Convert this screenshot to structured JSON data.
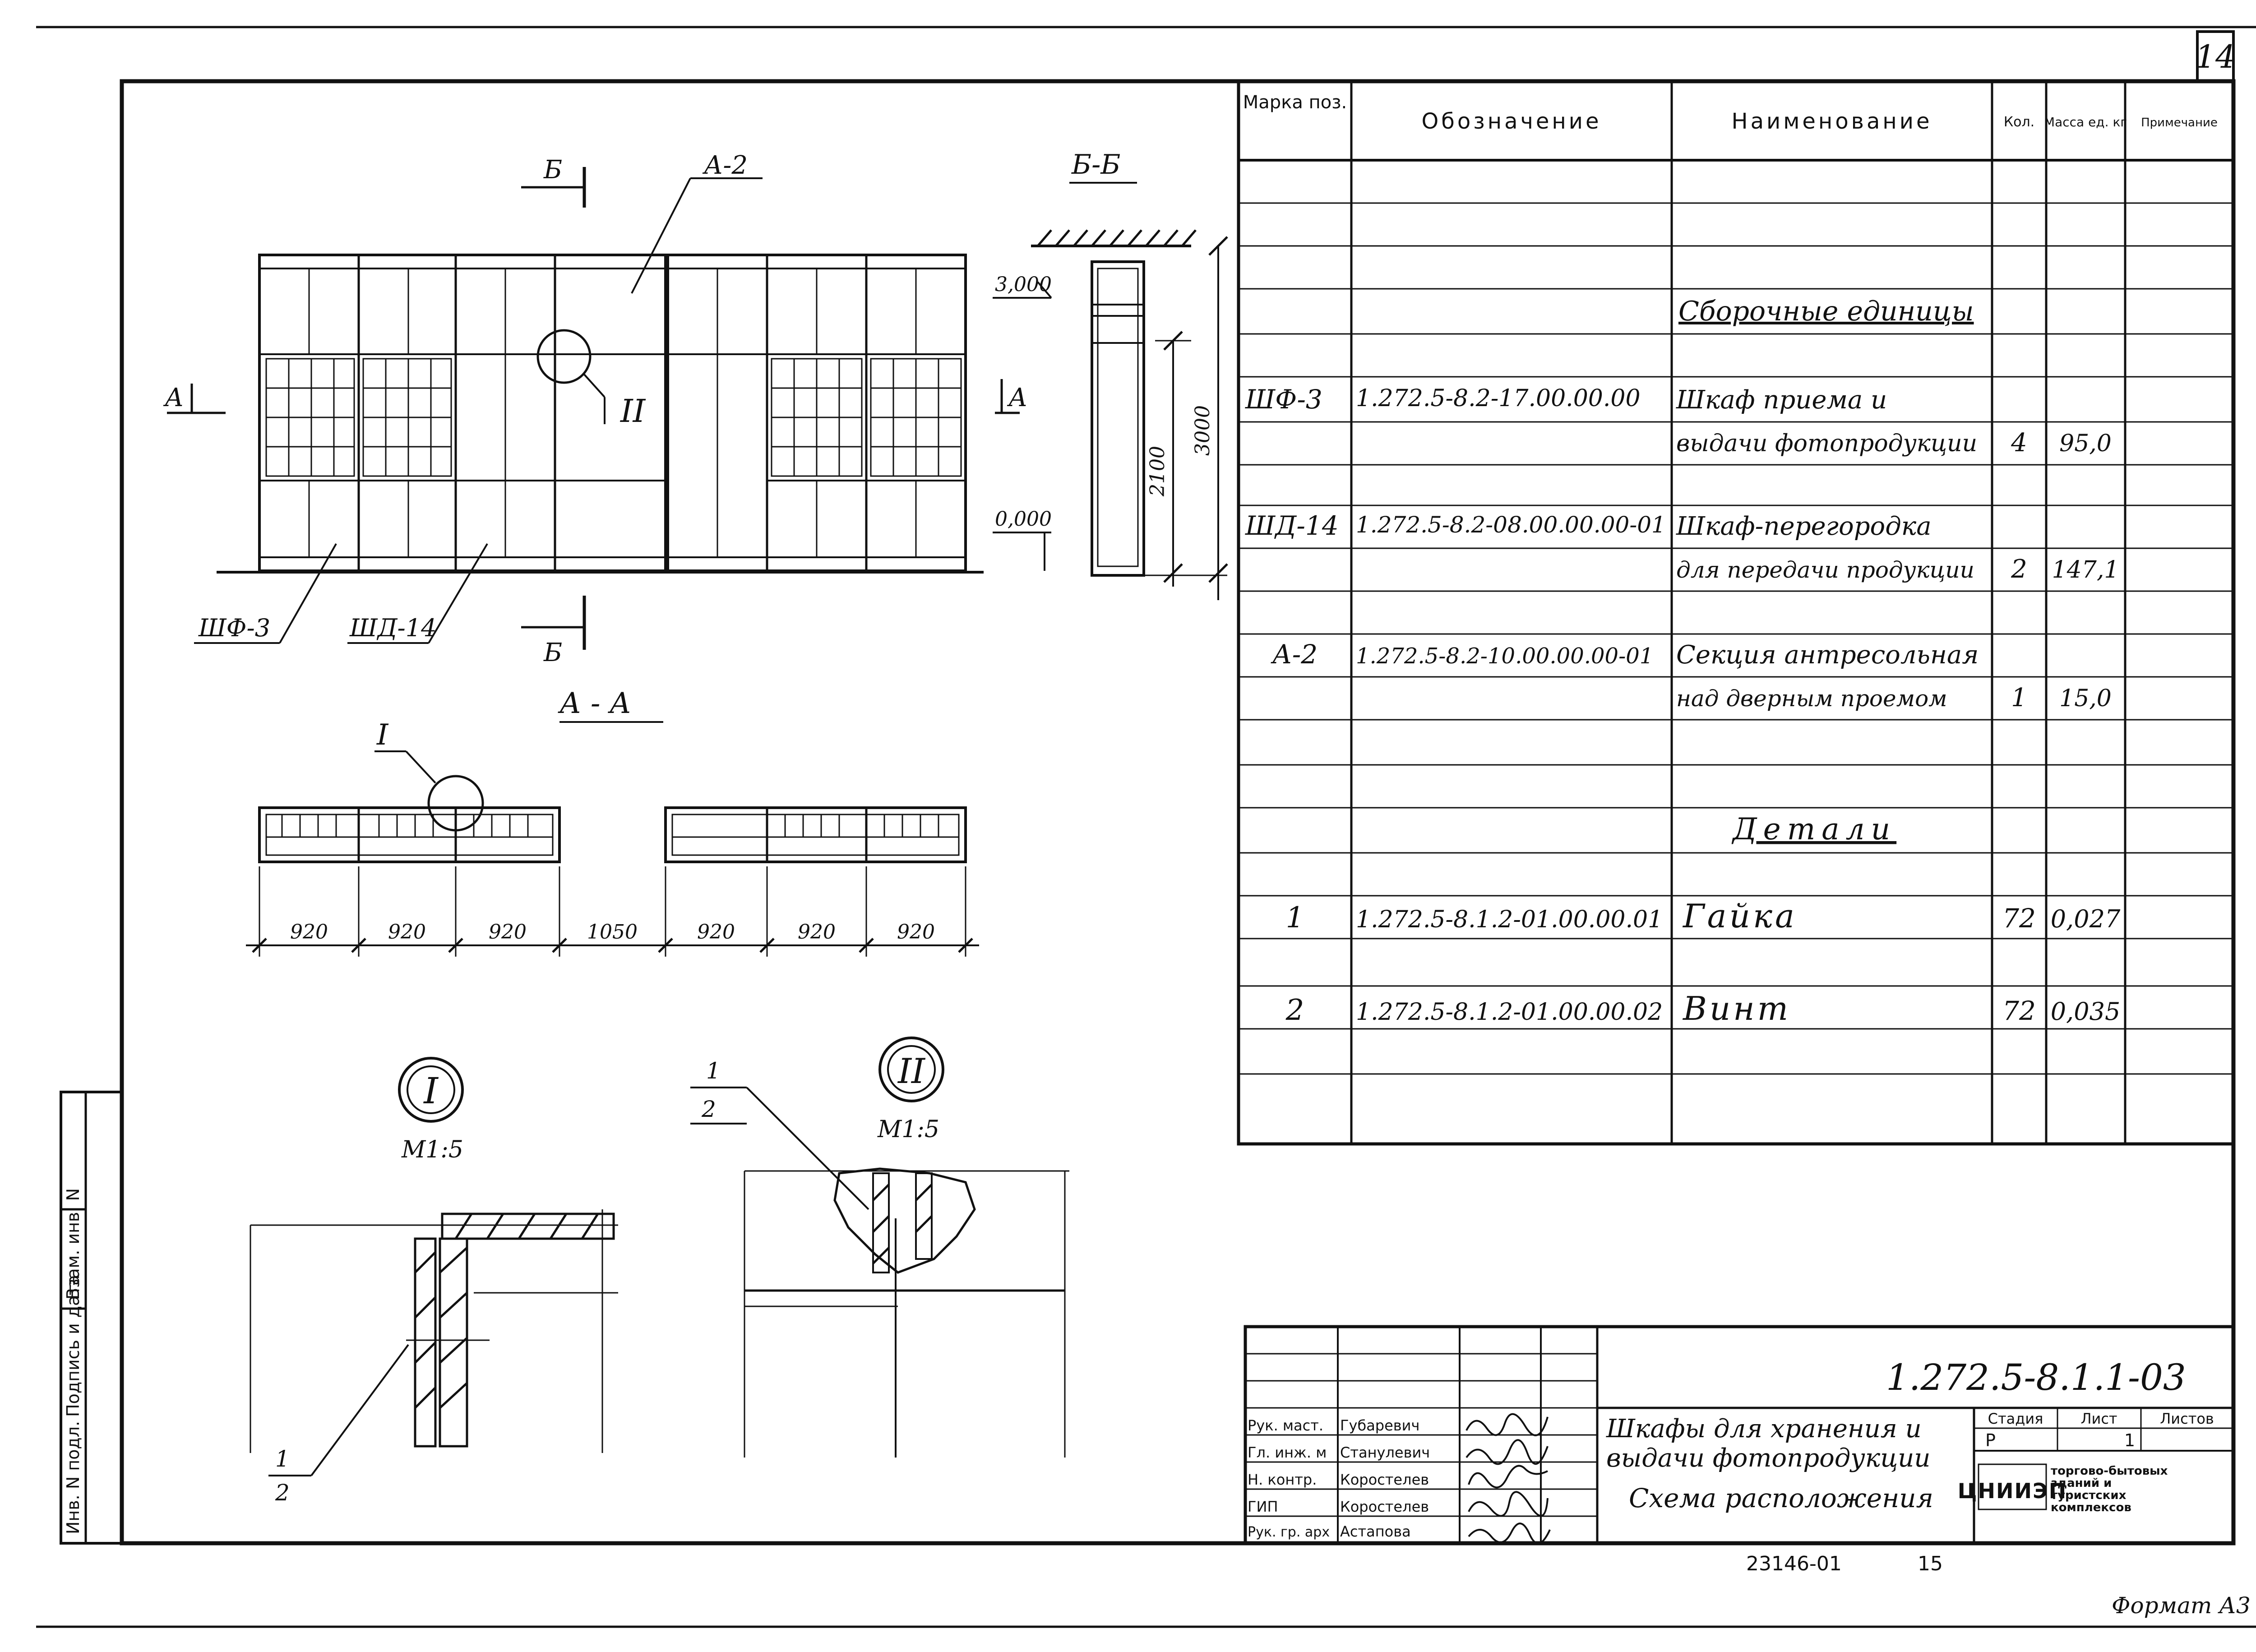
{
  "sheet": {
    "number": "14",
    "format_label": "Формат А3",
    "archive_no": "23146-01",
    "archive_page": "15"
  },
  "side_stamp": {
    "inv_podl": "Инв. N подл.",
    "podpis_data": "Подпись и дата",
    "vzam_inv": "Взам. инв. N"
  },
  "drawing": {
    "views": {
      "elevation": {
        "cut_b_top": "Б",
        "cut_b_bottom": "Б",
        "cut_a_left": "А",
        "cut_a_right": "А",
        "callout_a2": "А-2",
        "node_II": "II",
        "callout_shf3": "ШФ-3",
        "callout_shd14": "ШД-14"
      },
      "section_bb": {
        "title": "Б-Б",
        "level_top": "3,000",
        "level_bottom": "0,000",
        "dim_2100": "2100",
        "dim_3000": "3000"
      },
      "section_aa": {
        "title": "А - А",
        "node_I": "I",
        "dims": [
          "920",
          "920",
          "920",
          "1050",
          "920",
          "920",
          "920"
        ]
      },
      "detail_I": {
        "marker": "I",
        "scale": "М1:5",
        "pos_1": "1",
        "pos_2": "2"
      },
      "detail_II": {
        "marker": "II",
        "scale": "М1:5",
        "pos_1": "1",
        "pos_2": "2"
      }
    }
  },
  "spec_table": {
    "headers": {
      "marka": "Марка поз.",
      "oboznachenie": "Обозначение",
      "naimenovanie": "Наименование",
      "kol": "Кол.",
      "massa": "Масса ед. кг",
      "primechanie": "Примечание"
    },
    "section_assembly": "Сборочные единицы",
    "section_details": "Детали",
    "rows": [
      {
        "mark": "ШФ-3",
        "designation": "1.272.5-8.2-17.00.00.00",
        "name_1": "Шкаф приема и",
        "name_2": "выдачи фотопродукции",
        "qty": "4",
        "mass": "95,0"
      },
      {
        "mark": "ШД-14",
        "designation": "1.272.5-8.2-08.00.00.00-01",
        "name_1": "Шкаф-перегородка",
        "name_2": "для передачи продукции",
        "qty": "2",
        "mass": "147,1"
      },
      {
        "mark": "А-2",
        "designation": "1.272.5-8.2-10.00.00.00-01",
        "name_1": "Секция антресольная",
        "name_2": "над дверным проемом",
        "qty": "1",
        "mass": "15,0"
      },
      {
        "mark": "1",
        "designation": "1.272.5-8.1.2-01.00.00.01",
        "name_1": "Гайка",
        "name_2": "",
        "qty": "72",
        "mass": "0,027"
      },
      {
        "mark": "2",
        "designation": "1.272.5-8.1.2-01.00.00.02",
        "name_1": "Винт",
        "name_2": "",
        "qty": "72",
        "mass": "0,035"
      }
    ]
  },
  "title_block": {
    "doc_code": "1.272.5-8.1.1-03",
    "title_1": "Шкафы для хранения и",
    "title_2": "выдачи фотопродукции",
    "title_3": "Схема расположения",
    "stage_label": "Стадия",
    "sheet_label": "Лист",
    "sheets_label": "Листов",
    "stage": "Р",
    "sheet": "1",
    "org_logo": "ЦНИИЭП",
    "org_text_1": "торгово-бытовых",
    "org_text_2": "зданий и",
    "org_text_3": "туристских",
    "org_text_4": "комплексов",
    "signers": [
      {
        "role": "Рук. маст.",
        "name": "Губаревич"
      },
      {
        "role": "Гл. инж. м",
        "name": "Станулевич"
      },
      {
        "role": "Н. контр.",
        "name": "Коростелев"
      },
      {
        "role": "ГИП",
        "name": "Коростелев"
      },
      {
        "role": "Рук. гр. арх",
        "name": "Астапова"
      }
    ]
  }
}
